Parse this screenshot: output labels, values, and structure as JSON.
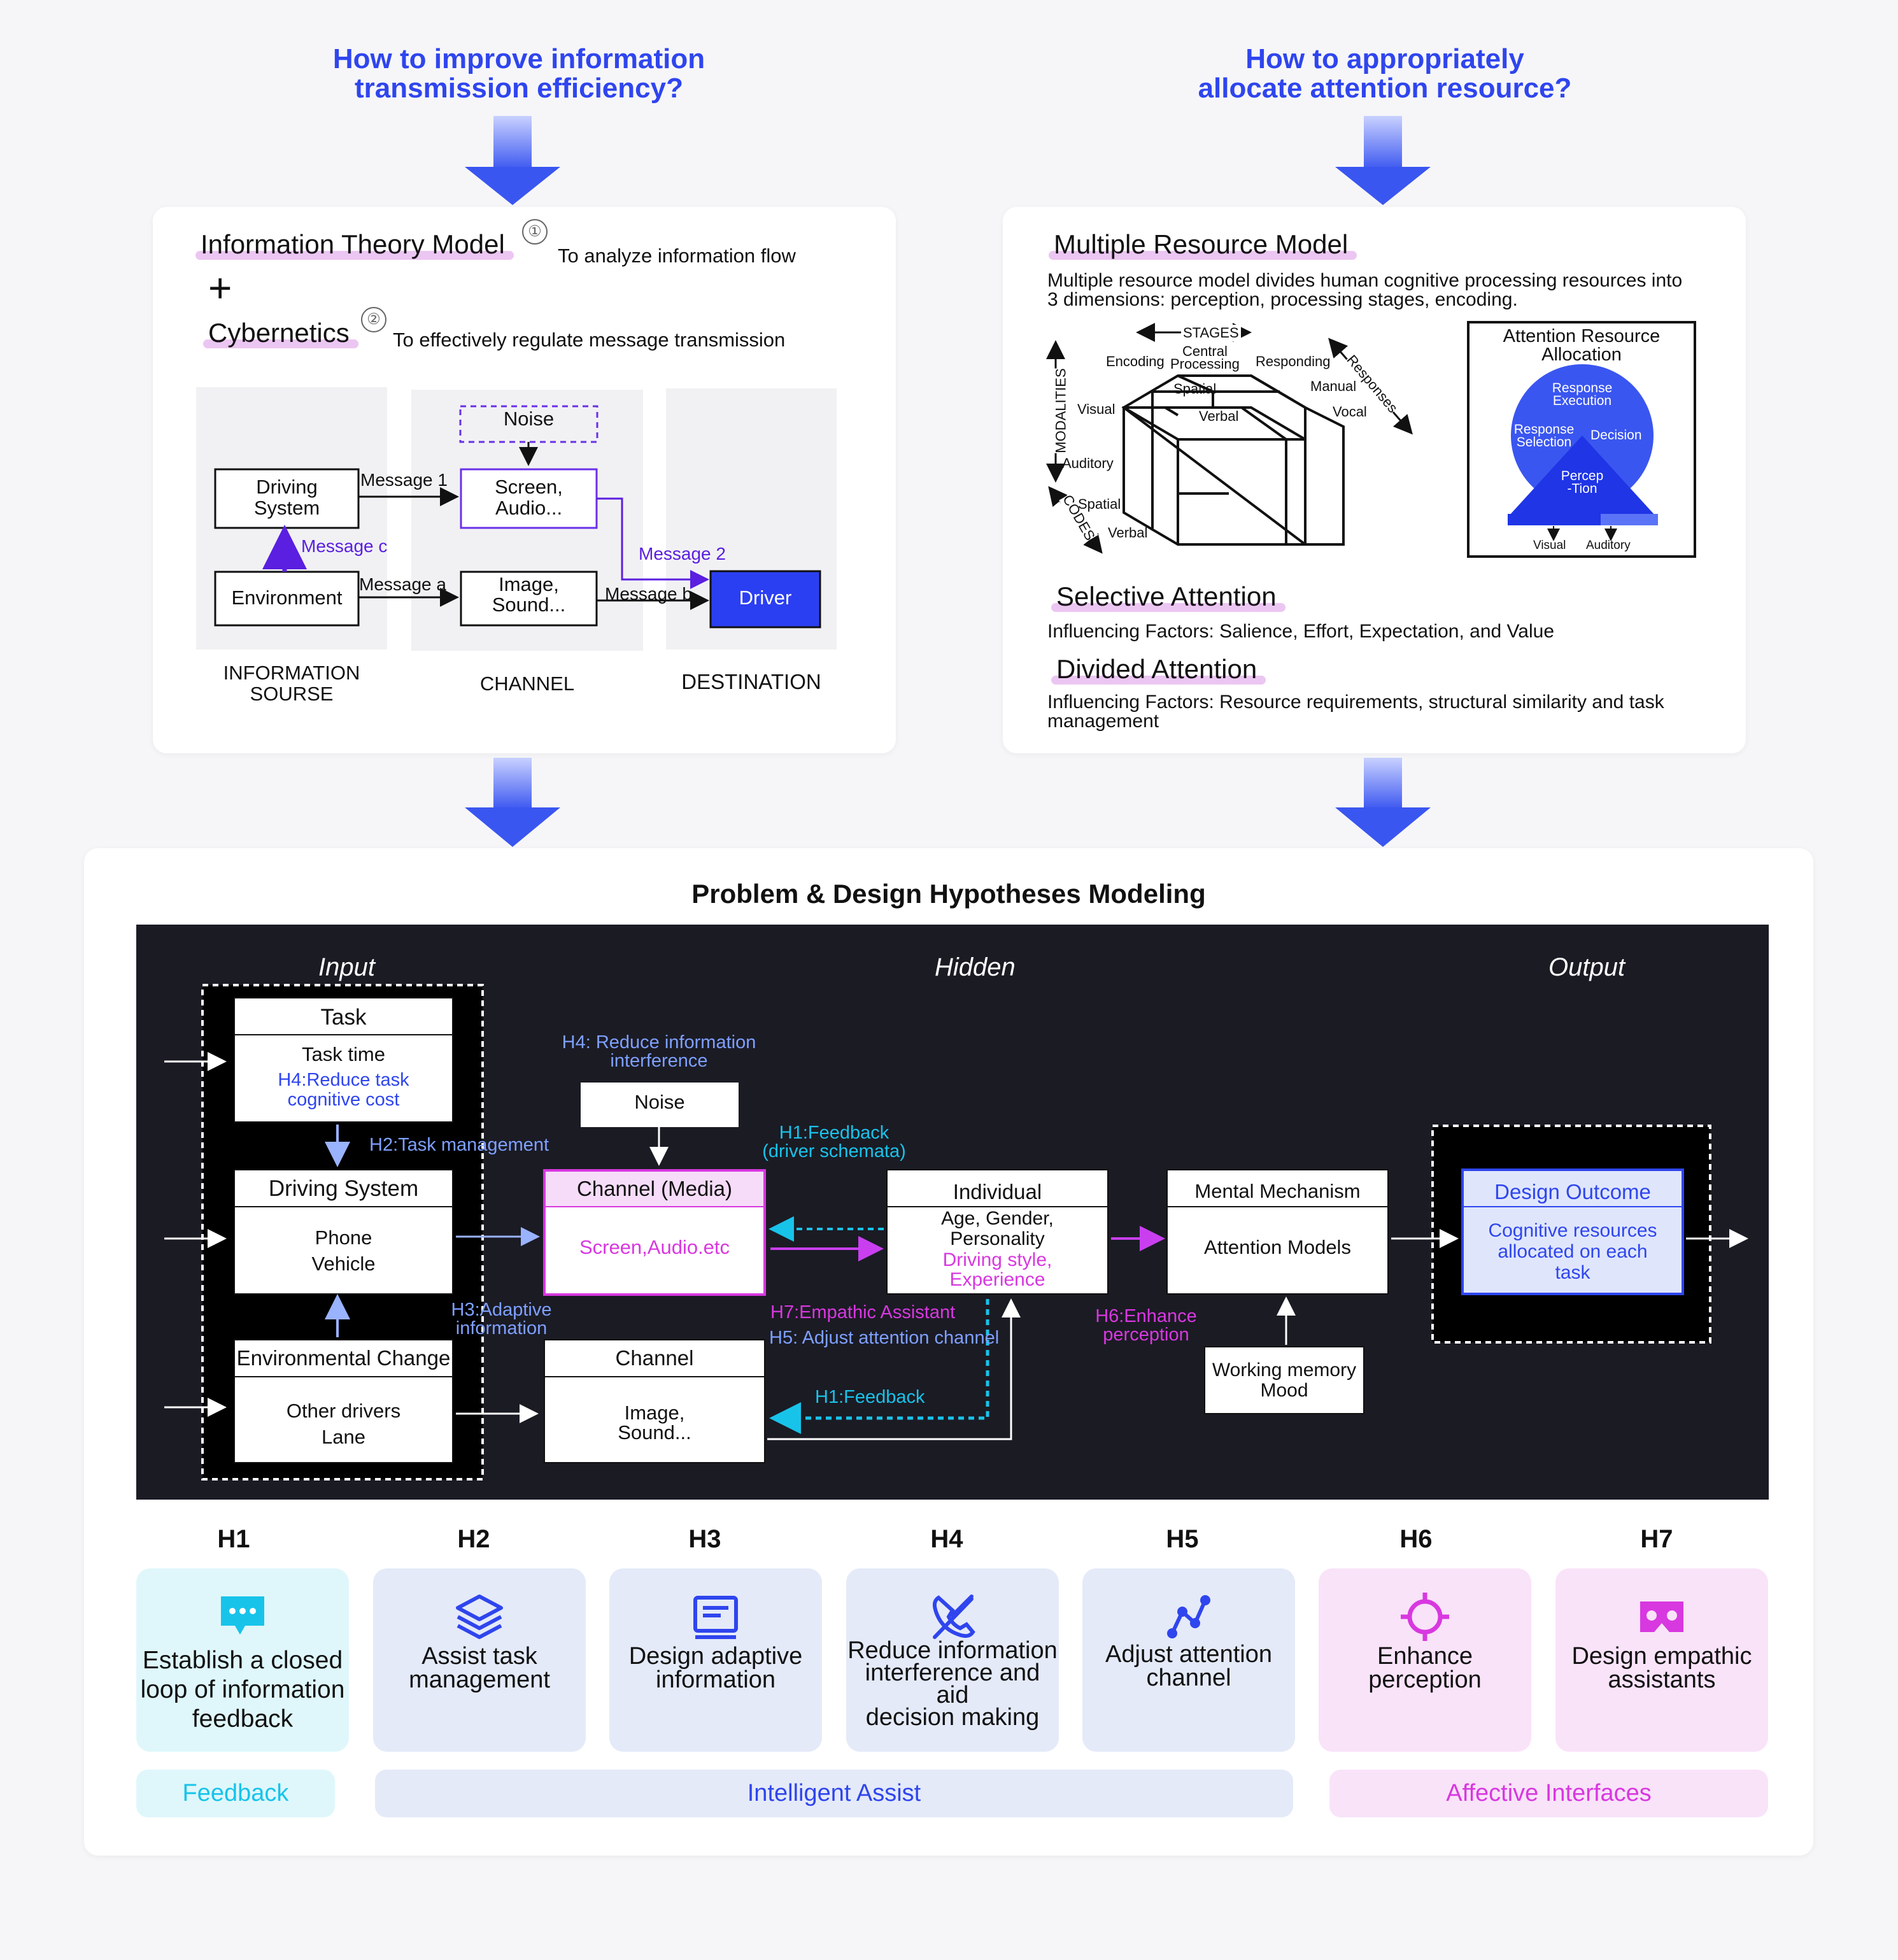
{
  "questions": {
    "left": "How to improve information\ntransmission efficiency?",
    "right": "How to appropriately\nallocate attention resource?"
  },
  "info_panel": {
    "title1": "Information Theory Model",
    "badge1": "①",
    "desc1": "To analyze information flow",
    "plus": "+",
    "title2": "Cybernetics",
    "badge2": "②",
    "desc2": "To effectively regulate message transmission",
    "noise": "Noise",
    "driving_system": "Driving\nSystem",
    "screen_audio": "Screen,\nAudio...",
    "environment": "Environment",
    "image_sound": "Image,\nSound...",
    "driver": "Driver",
    "message1": "Message 1",
    "message_a": "Message a",
    "message_c": "Message c",
    "message2": "Message 2",
    "message_b": "Message b",
    "col1": "INFORMATION\nSOURSE",
    "col2": "CHANNEL",
    "col3": "DESTINATION"
  },
  "resource_panel": {
    "title": "Multiple Resource Model",
    "desc": "Multiple resource model divides human cognitive processing resources into\n3 dimensions: perception, processing stages, encoding.",
    "cube": {
      "stages": "STAGES",
      "encoding": "Encoding",
      "central": "Central\nProcessing",
      "responding": "Responding",
      "responses": "Responses",
      "modalities": "MODALITIES",
      "visual": "Visual",
      "auditory": "Auditory",
      "spatial_top": "Spatial",
      "verbal_top": "Verbal",
      "manual": "Manual",
      "vocal": "Vocal",
      "codes": "CODES",
      "spatial": "Spatial",
      "verbal": "Verbal"
    },
    "allocation": {
      "title": "Attention Resource\nAllocation",
      "response_execution": "Response\nExecution",
      "response_selection": "Response\nSelection",
      "decision": "Decision",
      "perception": "Percep\n-Tion",
      "visual": "Visual",
      "auditory": "Auditory"
    },
    "sel_title": "Selective Attention",
    "sel_desc": "Influencing Factors: Salience, Effort, Expectation, and Value",
    "div_title": "Divided Attention",
    "div_desc": "Influencing Factors: Resource requirements, structural similarity and task\nmanagement"
  },
  "modeling": {
    "title": "Problem & Design Hypotheses Modeling",
    "input": "Input",
    "hidden": "Hidden",
    "output": "Output",
    "task": "Task",
    "task_time": "Task time",
    "h4_task": "H4:Reduce task\ncognitive cost",
    "h2": "H2:Task management",
    "driving_system": "Driving System",
    "phone_vehicle": "Phone\nVehicle",
    "h3": "H3:Adaptive\ninformation",
    "env_change": "Environmental Change",
    "other_drivers": "Other drivers\nLane",
    "h4_interference": "H4: Reduce information\ninterference",
    "noise": "Noise",
    "h1_schemata": "H1:Feedback\n(driver schemata)",
    "channel_media": "Channel (Media)",
    "screen_audio": "Screen,Audio.etc",
    "channel": "Channel",
    "image_sound": "Image,\nSound...",
    "individual": "Individual",
    "individual_traits": "Age, Gender,\nPersonality",
    "individual_style": "Driving style,\nExperience",
    "h7": "H7:Empathic Assistant",
    "h5": "H5: Adjust attention channel",
    "h1_feedback": "H1:Feedback",
    "h6": "H6:Enhance\nperception",
    "mental": "Mental Mechanism",
    "attention_models": "Attention Models",
    "working_memory": "Working memory\nMood",
    "design_outcome": "Design Outcome",
    "outcome_desc": "Cognitive resources\nallocated on each\ntask"
  },
  "hypotheses": [
    {
      "id": "H1",
      "label": "Establish a closed\nloop of information\nfeedback",
      "icon": "chat-bubble-icon",
      "bg": "#dff7fb",
      "color": "#18c3ea"
    },
    {
      "id": "H2",
      "label": "Assist task\nmanagement",
      "icon": "layers-icon",
      "bg": "#e4eaf8",
      "color": "#2f45ee"
    },
    {
      "id": "H3",
      "label": "Design adaptive\ninformation",
      "icon": "document-icon",
      "bg": "#e4eaf8",
      "color": "#2f45ee"
    },
    {
      "id": "H4",
      "label": "Reduce information\ninterference and aid\ndecision making",
      "icon": "phone-off-icon",
      "bg": "#e4eaf8",
      "color": "#2f45ee"
    },
    {
      "id": "H5",
      "label": "Adjust attention\nchannel",
      "icon": "route-icon",
      "bg": "#e4eaf8",
      "color": "#2f45ee"
    },
    {
      "id": "H6",
      "label": "Enhance\nperception",
      "icon": "crosshair-icon",
      "bg": "#f9e3f9",
      "color": "#d838e0"
    },
    {
      "id": "H7",
      "label": "Design empathic\nassistants",
      "icon": "vr-headset-icon",
      "bg": "#f9e3f9",
      "color": "#d838e0"
    }
  ],
  "categories": {
    "feedback": "Feedback",
    "intelligent": "Intelligent Assist",
    "affective": "Affective Interfaces"
  }
}
